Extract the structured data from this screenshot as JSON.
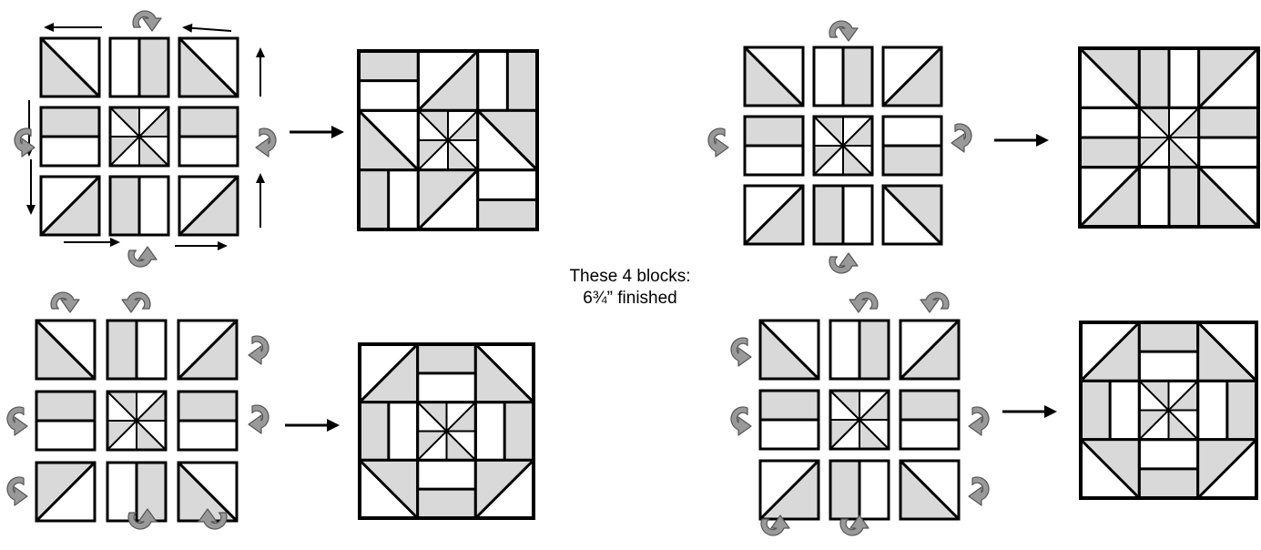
{
  "caption": {
    "line1": "These 4 blocks:",
    "line2": "6¾” finished"
  },
  "colors": {
    "fill": "#d9d9d9",
    "stroke": "#000000",
    "rotate_arrow": "#999999",
    "background": "#ffffff"
  },
  "icons": {
    "rotate": "curved-rotate-arrow-icon",
    "result": "right-arrow-icon",
    "move": "straight-arrow-icon"
  },
  "blocks": [
    {
      "id": "top-left",
      "shuffle_arrows": true
    },
    {
      "id": "top-right",
      "shuffle_arrows": false
    },
    {
      "id": "bottom-left",
      "shuffle_arrows": false
    },
    {
      "id": "bottom-right",
      "shuffle_arrows": false
    }
  ]
}
